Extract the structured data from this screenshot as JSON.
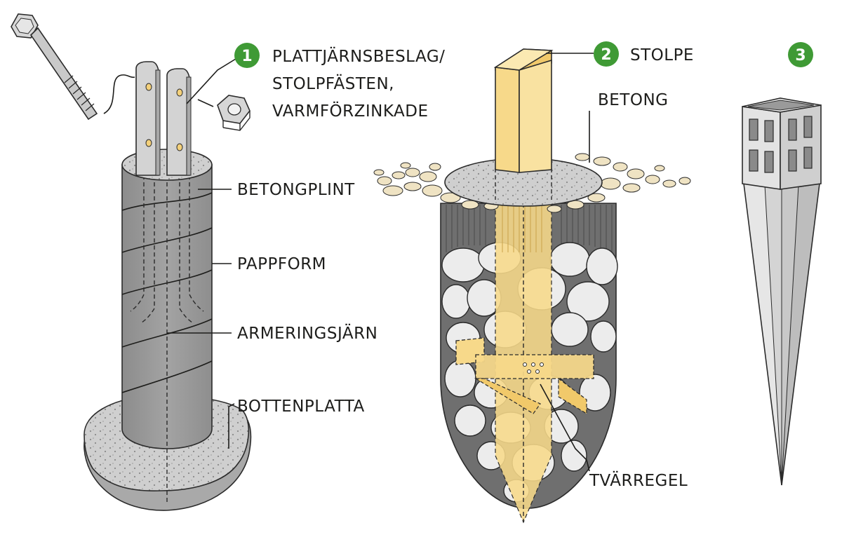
{
  "colors": {
    "badge": "#3f9a35",
    "concrete": "#cfcfcf",
    "tube": "#9a9a9a",
    "wood": "#f7d98a",
    "gravel": "#efe3c3",
    "steel": "#d9d9d9"
  },
  "badges": [
    {
      "number": "1"
    },
    {
      "number": "2"
    },
    {
      "number": "3"
    }
  ],
  "labels": {
    "plate_bracket_line1": "PLATTJÄRNSBESLAG/",
    "plate_bracket_line2": "STOLPFÄSTEN,",
    "plate_bracket_line3": "VARMFÖRZINKADE",
    "concrete_plinth": "BETONGPLINT",
    "cardboard_form": "PAPPFORM",
    "rebar": "ARMERINGSJÄRN",
    "base_plate": "BOTTENPLATTA",
    "post": "STOLPE",
    "concrete": "BETONG",
    "crossbar": "TVÄRREGEL"
  },
  "icons": {
    "bolt": "bolt-icon",
    "nut": "nut-icon",
    "bracket": "bracket-icon",
    "post_spike": "post-spike-icon"
  }
}
